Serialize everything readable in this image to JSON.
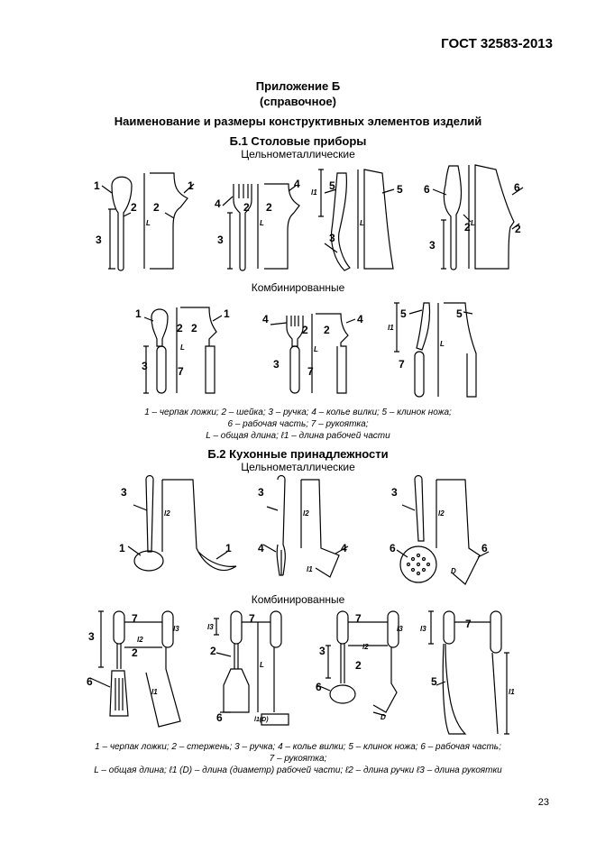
{
  "header": {
    "standard": "ГОСТ 32583-2013"
  },
  "appendix": {
    "title": "Приложение Б",
    "type": "(справочное)",
    "heading": "Наименование и размеры конструктивных элементов изделий"
  },
  "section1": {
    "title": "Б.1 Столовые приборы",
    "subtitle_all_metal": "Цельнометаллические",
    "subtitle_combined": "Комбинированные",
    "legend": [
      "1 – черпак ложки; 2 – шейка; 3 – ручка; 4 – колье вилки; 5 – клинок ножа;",
      "6 – рабочая часть; 7 – рукоятка;",
      "L – общая длина; ℓ1 – длина рабочей части"
    ]
  },
  "section2": {
    "title": "Б.2 Кухонные принадлежности",
    "subtitle_all_metal": "Цельнометаллические",
    "subtitle_combined": "Комбинированные",
    "legend": [
      "1 – черпак ложки; 2 – стержень; 3 – ручка; 4 – колье вилки; 5 – клинок ножа; 6 – рабочая часть;",
      "7 – рукоятка;",
      "L – общая длина; ℓ1 (D) – длина (диаметр) рабочей части; ℓ2 – длина ручки ℓ3 – длина рукоятки"
    ]
  },
  "figure_labels": {
    "n1": "1",
    "n2": "2",
    "n3": "3",
    "n4": "4",
    "n5": "5",
    "n6": "6",
    "n7": "7",
    "L": "L",
    "l1": "l1",
    "l2": "l2",
    "l3": "l3",
    "D": "D",
    "l1D": "l1(D)"
  },
  "page_number": "23"
}
